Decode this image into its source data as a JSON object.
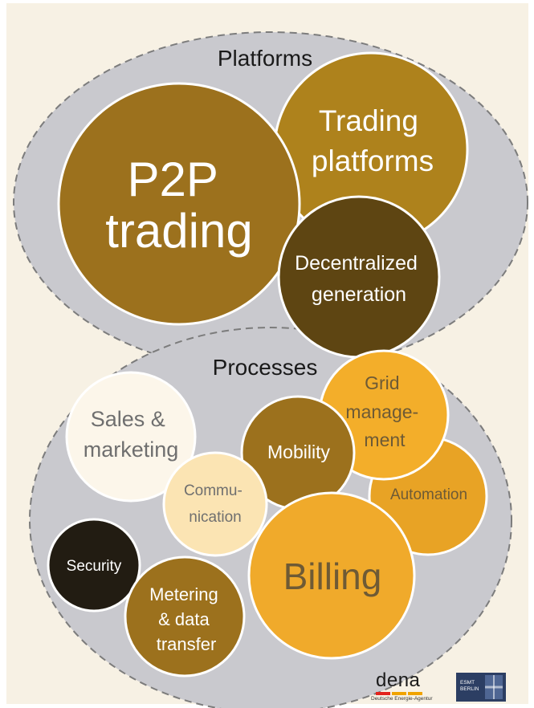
{
  "groups": {
    "platforms": {
      "label": "Platforms",
      "bubbles": {
        "p2p": [
          "P2P",
          "trading"
        ],
        "trading_platforms": [
          "Trading",
          "platforms"
        ],
        "decentralized_generation": [
          "Decentralized",
          "generation"
        ]
      }
    },
    "processes": {
      "label": "Processes",
      "bubbles": {
        "grid_management": [
          "Grid",
          "manage-",
          "ment"
        ],
        "sales_marketing": [
          "Sales &",
          "marketing"
        ],
        "mobility": [
          "Mobility"
        ],
        "automation": [
          "Automation"
        ],
        "communication": [
          "Commu-",
          "nication"
        ],
        "billing": [
          "Billing"
        ],
        "security": [
          "Security"
        ],
        "metering": [
          "Metering",
          "& data",
          "transfer"
        ]
      }
    }
  },
  "colors": {
    "background": "#f7f1e4",
    "group_fill": "#c9c9ce",
    "group_stroke": "#7c7c7c",
    "bubble_stroke": "#ffffff",
    "p2p": "#9c711d",
    "trading_platforms": "#ae821c",
    "decentralized_generation": "#5e4512",
    "grid_management": "#f3ae2a",
    "sales_marketing": "#fcf6ea",
    "mobility": "#9c711d",
    "automation": "#e8a325",
    "communication": "#fbe4b3",
    "billing": "#f0aa2b",
    "security": "#221c12",
    "metering": "#9c711d"
  },
  "logos": {
    "dena": {
      "word": "dena",
      "subtitle": "Deutsche Energie-Agentur",
      "bar_colors": [
        "#e3231c",
        "#f0a300",
        "#f0a300"
      ]
    },
    "esmt": {
      "line1": "ESMT",
      "line2": "BERLIN"
    }
  }
}
